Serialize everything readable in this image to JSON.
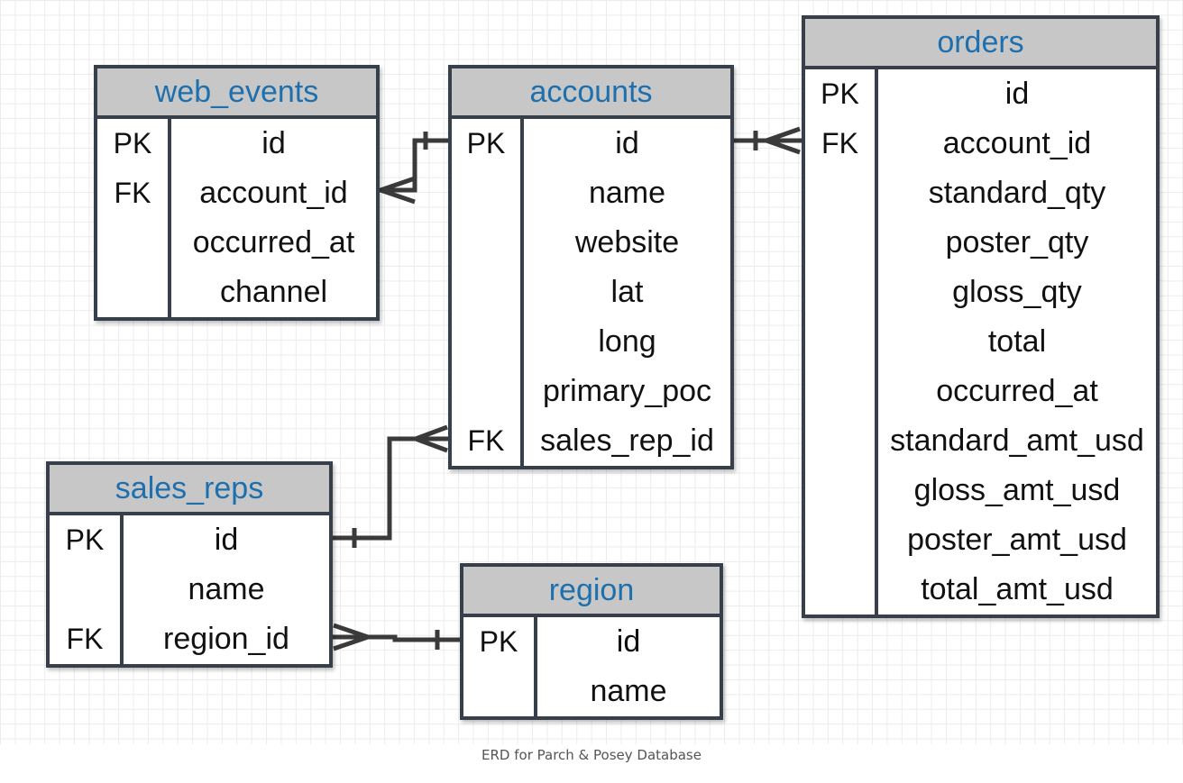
{
  "diagram": {
    "caption": "ERD for Parch & Posey Database",
    "colors": {
      "header_text": "#1d6fae",
      "header_bg": "#c7c7c7",
      "border": "#37404a",
      "grid": "#ececec"
    },
    "entities": {
      "web_events": {
        "title": "web_events",
        "rows": [
          {
            "key": "PK",
            "name": "id"
          },
          {
            "key": "FK",
            "name": "account_id"
          },
          {
            "key": "",
            "name": "occurred_at"
          },
          {
            "key": "",
            "name": "channel"
          }
        ]
      },
      "accounts": {
        "title": "accounts",
        "rows": [
          {
            "key": "PK",
            "name": "id"
          },
          {
            "key": "",
            "name": "name"
          },
          {
            "key": "",
            "name": "website"
          },
          {
            "key": "",
            "name": "lat"
          },
          {
            "key": "",
            "name": "long"
          },
          {
            "key": "",
            "name": "primary_poc"
          },
          {
            "key": "FK",
            "name": "sales_rep_id"
          }
        ]
      },
      "orders": {
        "title": "orders",
        "rows": [
          {
            "key": "PK",
            "name": "id"
          },
          {
            "key": "FK",
            "name": "account_id"
          },
          {
            "key": "",
            "name": "standard_qty"
          },
          {
            "key": "",
            "name": "poster_qty"
          },
          {
            "key": "",
            "name": "gloss_qty"
          },
          {
            "key": "",
            "name": "total"
          },
          {
            "key": "",
            "name": "occurred_at"
          },
          {
            "key": "",
            "name": "standard_amt_usd"
          },
          {
            "key": "",
            "name": "gloss_amt_usd"
          },
          {
            "key": "",
            "name": "poster_amt_usd"
          },
          {
            "key": "",
            "name": "total_amt_usd"
          }
        ]
      },
      "sales_reps": {
        "title": "sales_reps",
        "rows": [
          {
            "key": "PK",
            "name": "id"
          },
          {
            "key": "",
            "name": "name"
          },
          {
            "key": "FK",
            "name": "region_id"
          }
        ]
      },
      "region": {
        "title": "region",
        "rows": [
          {
            "key": "PK",
            "name": "id"
          },
          {
            "key": "",
            "name": "name"
          }
        ]
      }
    },
    "relationships": [
      {
        "from": "web_events.account_id",
        "to": "accounts.id",
        "from_end": "many",
        "to_end": "one"
      },
      {
        "from": "orders.account_id",
        "to": "accounts.id",
        "from_end": "many",
        "to_end": "one"
      },
      {
        "from": "accounts.sales_rep_id",
        "to": "sales_reps.id",
        "from_end": "many",
        "to_end": "one"
      },
      {
        "from": "sales_reps.region_id",
        "to": "region.id",
        "from_end": "many",
        "to_end": "one"
      }
    ]
  }
}
